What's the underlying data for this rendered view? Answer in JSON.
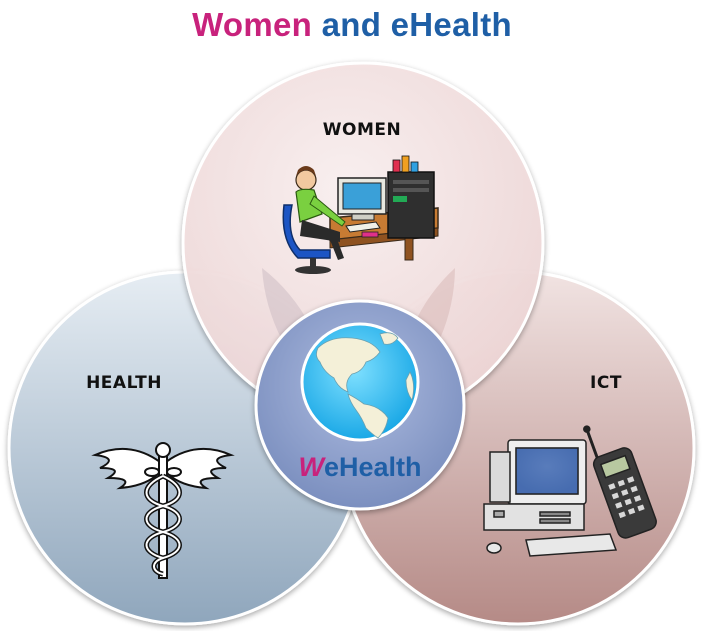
{
  "title": {
    "part1": "Women",
    "part2": "and eHealth"
  },
  "circles": {
    "women": {
      "label": "WOMEN",
      "icon": "woman-at-computer-icon"
    },
    "health": {
      "label": "HEALTH",
      "icon": "caduceus-icon"
    },
    "ict": {
      "label": "ICT",
      "icon": "computer-and-phone-icon"
    }
  },
  "center": {
    "brand_w": "W",
    "brand_rest": "eHealth",
    "icon": "globe-icon"
  },
  "colors": {
    "title_pink": "#c8227c",
    "title_blue": "#1f5fa6",
    "women_circle": "#f2dcdc",
    "health_circle": "#c8d6e2",
    "ict_circle": "#d8b8b6",
    "center_circle": "#8fa0c8"
  }
}
